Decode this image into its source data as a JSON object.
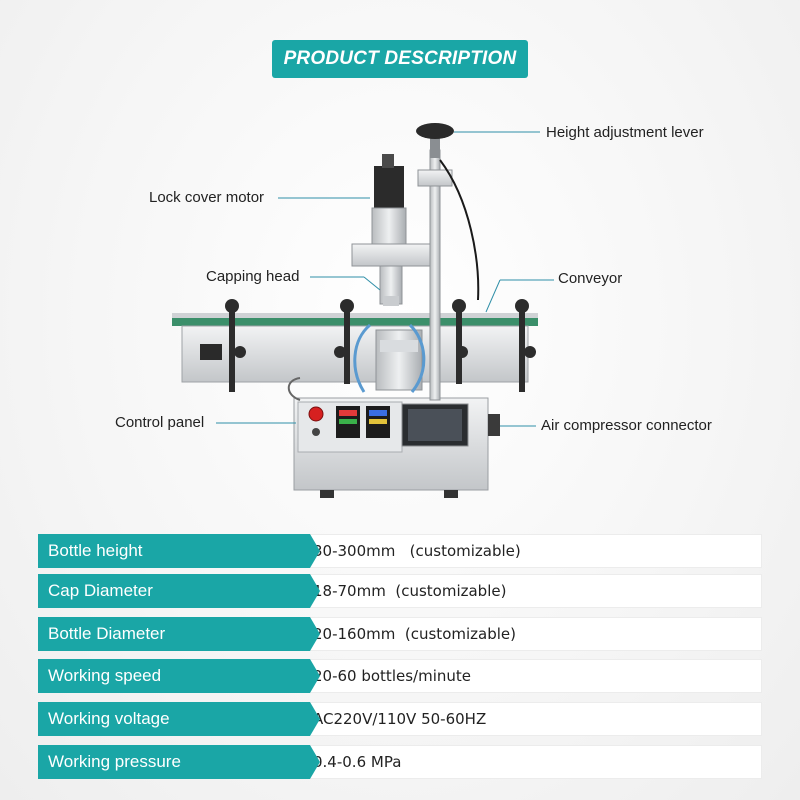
{
  "header": {
    "title": "PRODUCT DESCRIPTION"
  },
  "callouts": {
    "height_adjustment_lever": "Height adjustment lever",
    "lock_cover_motor": "Lock cover motor",
    "capping_head": "Capping head",
    "conveyor": "Conveyor",
    "control_panel": "Control panel",
    "air_compressor_connector": "Air compressor connector"
  },
  "specs": [
    {
      "label": "Bottle height",
      "value": "30-300mm   (customizable)"
    },
    {
      "label": "Cap Diameter",
      "value": "18-70mm  (customizable)"
    },
    {
      "label": "Bottle Diameter",
      "value": "20-160mm  (customizable)"
    },
    {
      "label": "Working speed",
      "value": "20-60 bottles/minute"
    },
    {
      "label": "Working voltage",
      "value": "AC220V/110V 50-60HZ"
    },
    {
      "label": "Working pressure",
      "value": "0.4-0.6 MPa"
    }
  ],
  "colors": {
    "accent": "#1aa6a6",
    "callout_line": "#2f8fa8"
  }
}
